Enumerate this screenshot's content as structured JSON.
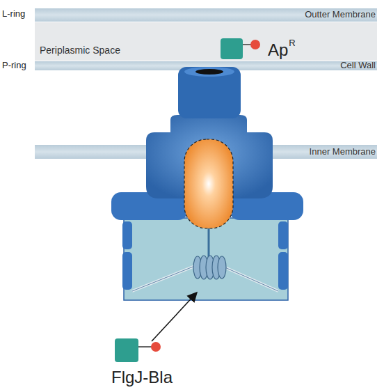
{
  "diagram": {
    "nodes": [
      {
        "text": [
          "Outter Membrane"
        ]
      },
      {
        "text": [
          "Periplasmic Space"
        ]
      },
      {
        "text": [
          "Cell Wall"
        ]
      },
      {
        "text": [
          "Inner Membrane"
        ]
      }
    ],
    "labels": [
      "L-ring",
      "P-ring",
      "Ap",
      "R",
      "FlgJ-Bla"
    ]
  }
}
